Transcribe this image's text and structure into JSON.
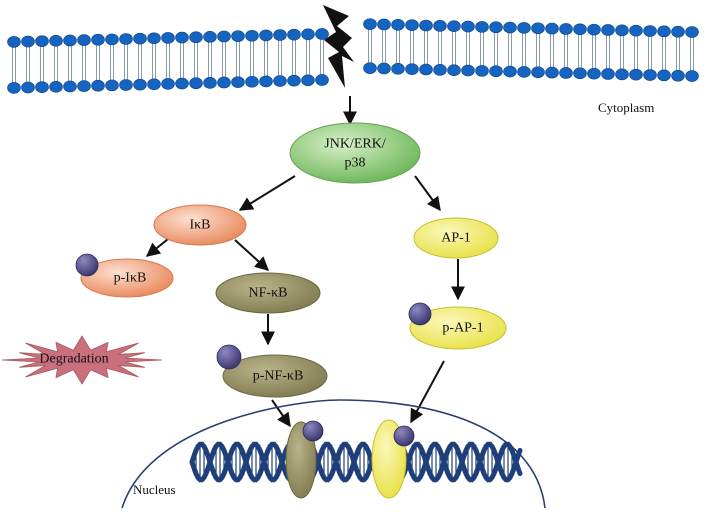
{
  "regions": {
    "cytoplasm": "Cytoplasm",
    "nucleus": "Nucleus"
  },
  "nodes": {
    "mapk": [
      "JNK/ERK/",
      "p38"
    ],
    "ikb": "IκB",
    "p_ikb": "p-IκB",
    "nfkb": "NF-κB",
    "p_nfkb": "p-NF-κB",
    "ap1": "AP-1",
    "p_ap1": "p-AP-1",
    "degradation": "Degradation"
  },
  "colors": {
    "membrane_head": "#1565c0",
    "membrane_tail": "#8a9bb0",
    "mapk": "#7cc468",
    "ikb": "#ef9a72",
    "nfkb": "#8f8a5e",
    "ap1": "#f2ec5e",
    "phosphate": "#4e4a82",
    "degradation": "#c9707c",
    "dna": "#1f3f7a"
  }
}
